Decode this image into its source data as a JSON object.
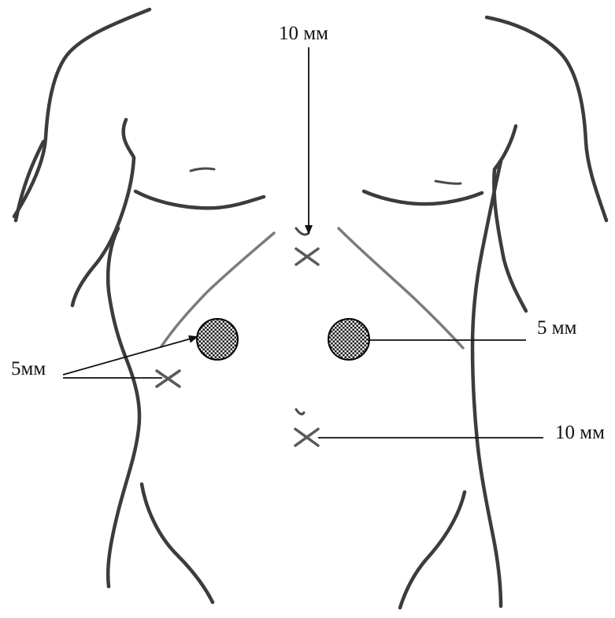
{
  "labels": {
    "top_port": "10 мм",
    "left_port": "5мм",
    "right_port": "5 мм",
    "lower_port": "10 мм"
  },
  "colors": {
    "outline": "#3c3c3c",
    "ribs": "#7c7c7c",
    "port_cross": "#5a5a5a",
    "leader_lines": "#111111"
  }
}
